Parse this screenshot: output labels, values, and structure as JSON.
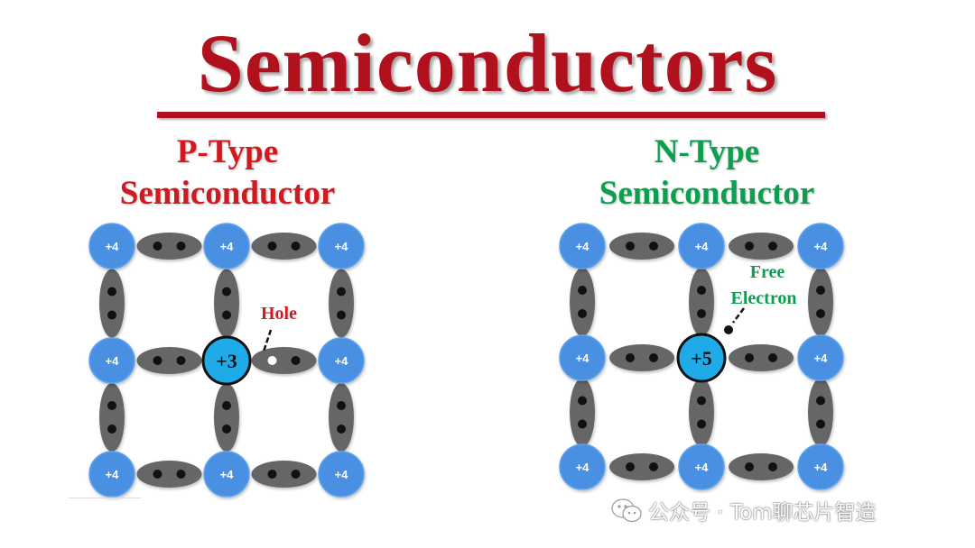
{
  "title": "Semiconductors",
  "colors": {
    "title": "#b0111d",
    "ptype": "#d01a20",
    "ntype": "#0d9e4f",
    "atom": "#4a90e2",
    "dopant": "#1faae8",
    "bond": "#666666"
  },
  "ptype": {
    "title_line1": "P-Type",
    "title_line2": "Semiconductor",
    "atom_label": "+4",
    "dopant_label": "+3",
    "annotation": "Hole"
  },
  "ntype": {
    "title_line1": "N-Type",
    "title_line2": "Semiconductor",
    "atom_label": "+4",
    "dopant_label": "+5",
    "annotation_line1": "Free",
    "annotation_line2": "Electron"
  },
  "watermark": {
    "icon": "wechat-icon",
    "text": "公众号 · Tom聊芯片智造"
  }
}
